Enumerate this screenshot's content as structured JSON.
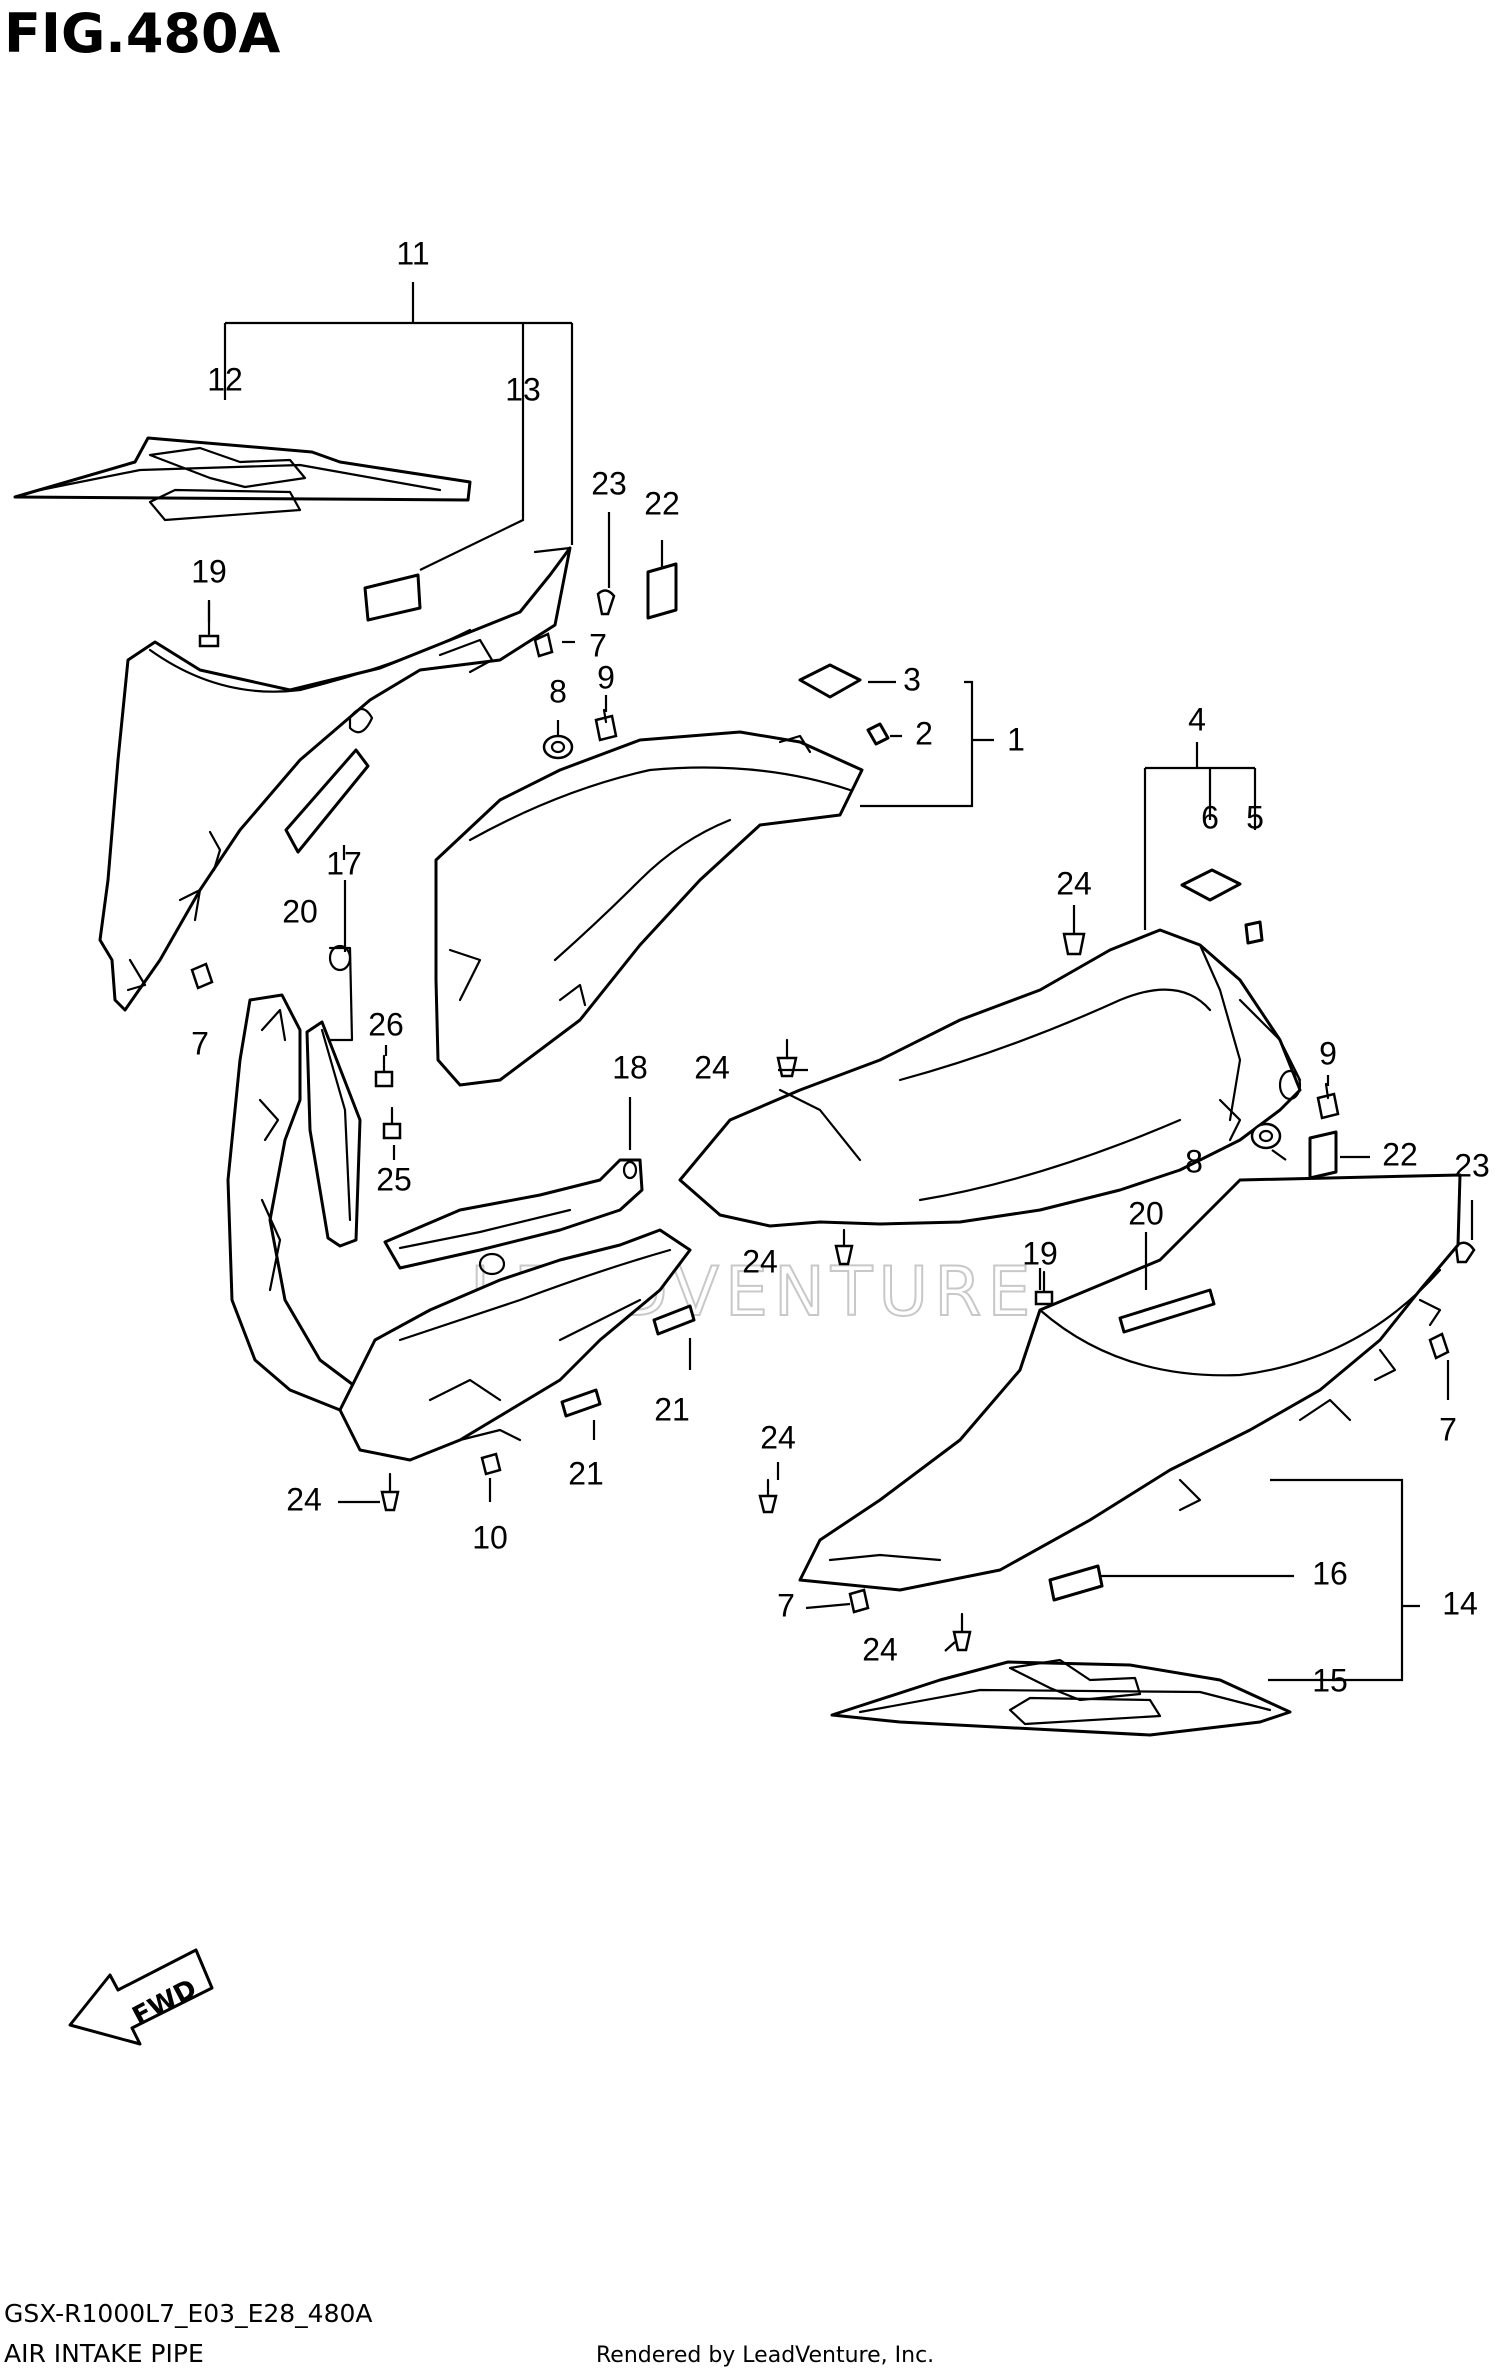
{
  "figure": {
    "title": "FIG.480A",
    "model_code": "GSX-R1000L7_E03_E28_480A",
    "section_name": "AIR INTAKE PIPE",
    "credit": "Rendered by LeadVenture, Inc.",
    "watermark": "LEADVENTURE",
    "fwd_label": "FWD"
  },
  "callouts": [
    {
      "id": "c11",
      "label": "11"
    },
    {
      "id": "c12",
      "label": "12"
    },
    {
      "id": "c13",
      "label": "13"
    },
    {
      "id": "c23a",
      "label": "23"
    },
    {
      "id": "c22a",
      "label": "22"
    },
    {
      "id": "c19a",
      "label": "19"
    },
    {
      "id": "c7a",
      "label": "7"
    },
    {
      "id": "c8a",
      "label": "8"
    },
    {
      "id": "c9a",
      "label": "9"
    },
    {
      "id": "c3",
      "label": "3"
    },
    {
      "id": "c2",
      "label": "2"
    },
    {
      "id": "c1",
      "label": "1"
    },
    {
      "id": "c4",
      "label": "4"
    },
    {
      "id": "c6",
      "label": "6"
    },
    {
      "id": "c5",
      "label": "5"
    },
    {
      "id": "c24a",
      "label": "24"
    },
    {
      "id": "c17",
      "label": "17"
    },
    {
      "id": "c20a",
      "label": "20"
    },
    {
      "id": "c7b",
      "label": "7"
    },
    {
      "id": "c26",
      "label": "26"
    },
    {
      "id": "c25",
      "label": "25"
    },
    {
      "id": "c18",
      "label": "18"
    },
    {
      "id": "c24b",
      "label": "24"
    },
    {
      "id": "c9b",
      "label": "9"
    },
    {
      "id": "c8b",
      "label": "8"
    },
    {
      "id": "c22b",
      "label": "22"
    },
    {
      "id": "c23b",
      "label": "23"
    },
    {
      "id": "c20b",
      "label": "20"
    },
    {
      "id": "c19b",
      "label": "19"
    },
    {
      "id": "c24c",
      "label": "24"
    },
    {
      "id": "c7c",
      "label": "7"
    },
    {
      "id": "c21a",
      "label": "21"
    },
    {
      "id": "c21b",
      "label": "21"
    },
    {
      "id": "c24d",
      "label": "24"
    },
    {
      "id": "c10",
      "label": "10"
    },
    {
      "id": "c24e",
      "label": "24"
    },
    {
      "id": "c16",
      "label": "16"
    },
    {
      "id": "c14",
      "label": "14"
    },
    {
      "id": "c7d",
      "label": "7"
    },
    {
      "id": "c24f",
      "label": "24"
    },
    {
      "id": "c15",
      "label": "15"
    }
  ],
  "colors": {
    "line": "#000000",
    "background": "#ffffff",
    "watermark": "#c8c8c8"
  }
}
